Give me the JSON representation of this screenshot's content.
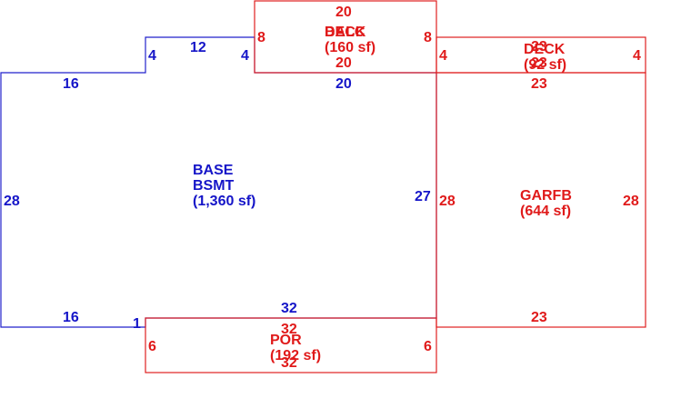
{
  "colors": {
    "base_outline": "#2222cc",
    "addition_outline": "#e02020",
    "base_text": "#1515c8",
    "addition_text": "#e01a1a"
  },
  "areas": {
    "base": {
      "line1": "BASE",
      "line2": "BSMT",
      "area": "(1,360 sf)"
    },
    "balcony": {
      "name": "BALC",
      "area": "(160 sf)"
    },
    "deck_top": {
      "name": "DECK"
    },
    "deck_right": {
      "name": "DECK",
      "area": "(92 sf)"
    },
    "garage": {
      "name": "GARFB",
      "area": "(644 sf)"
    },
    "porch": {
      "name": "POR",
      "area": "(192 sf)"
    }
  },
  "dimensions": {
    "base_top_left": "16",
    "base_step_up": "4",
    "base_notch_top": "12",
    "base_notch_right": "4",
    "base_inner_top": "20",
    "base_left": "28",
    "base_right": "27",
    "base_bottom_left": "16",
    "base_bottom_step": "1",
    "base_bottom": "32",
    "balc_top": "20",
    "balc_bottom": "20",
    "balc_left": "8",
    "balc_right": "8",
    "deck_top_a": "23",
    "deck_top_b": "23",
    "deck_left": "4",
    "deck_right": "4",
    "gar_top": "23",
    "gar_left": "28",
    "gar_right": "28",
    "gar_bottom": "23",
    "por_top": "32",
    "por_bottom": "32",
    "por_left": "6",
    "por_right": "6"
  }
}
